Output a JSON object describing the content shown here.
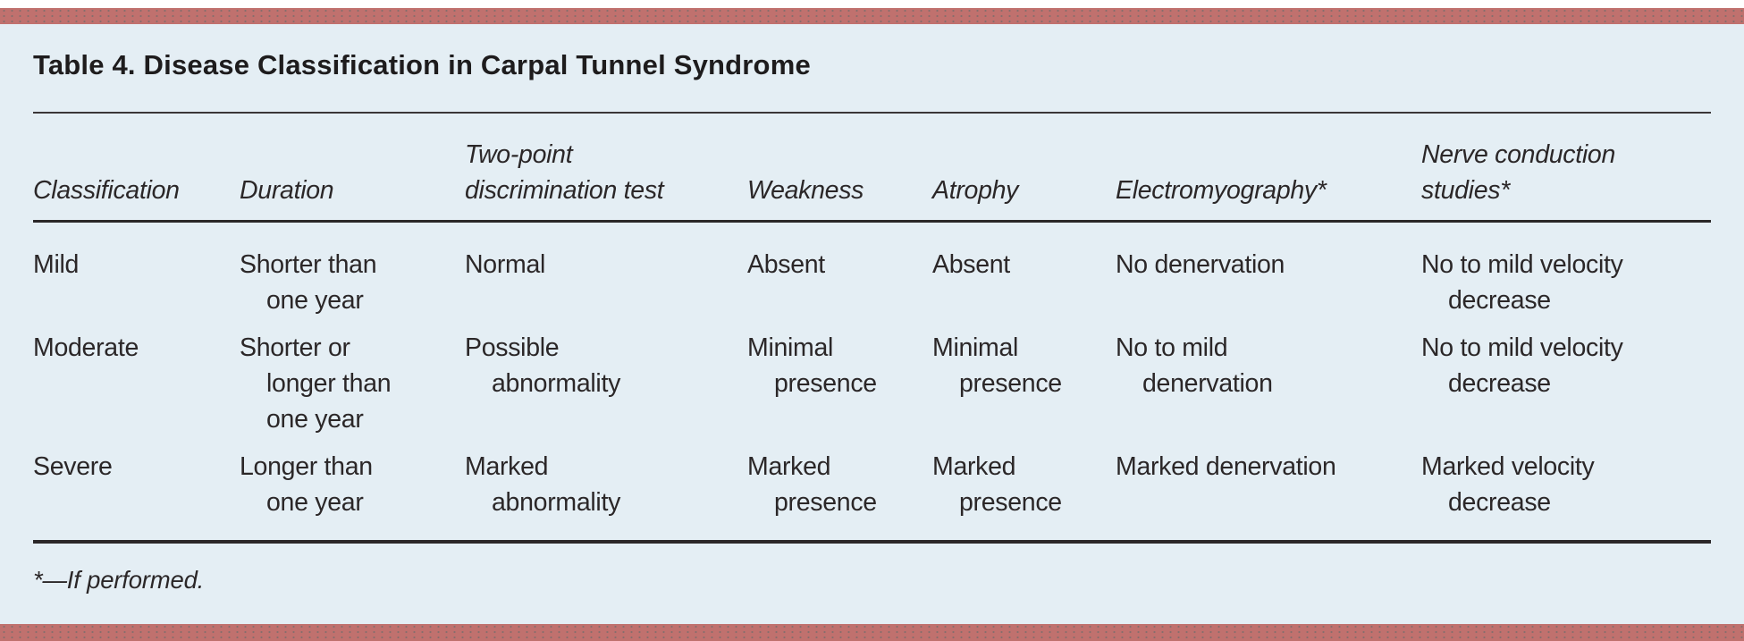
{
  "colors": {
    "border_band": "#c0716e",
    "panel_background": "#e4eef4",
    "text": "#2b2728",
    "rule": "#2b2728"
  },
  "header": {
    "title": "Table 4. Disease Classification in Carpal Tunnel Syndrome"
  },
  "table": {
    "columns": [
      "Classification",
      "Duration",
      "Two-point\ndiscrimination test",
      "Weakness",
      "Atrophy",
      "Electromyography*",
      "Nerve conduction\nstudies*"
    ],
    "rows": [
      {
        "cells": [
          "Mild",
          "Shorter than\none year",
          "Normal",
          "Absent",
          "Absent",
          "No denervation",
          "No to mild velocity\ndecrease"
        ]
      },
      {
        "cells": [
          "Moderate",
          "Shorter or\nlonger than\none year",
          "Possible\nabnormality",
          "Minimal\npresence",
          "Minimal\npresence",
          "No to mild\ndenervation",
          "No to mild velocity\ndecrease"
        ]
      },
      {
        "cells": [
          "Severe",
          "Longer than\none year",
          "Marked\nabnormality",
          "Marked\npresence",
          "Marked\npresence",
          "Marked denervation",
          "Marked velocity\ndecrease"
        ]
      }
    ]
  },
  "footnote": "*—If performed."
}
